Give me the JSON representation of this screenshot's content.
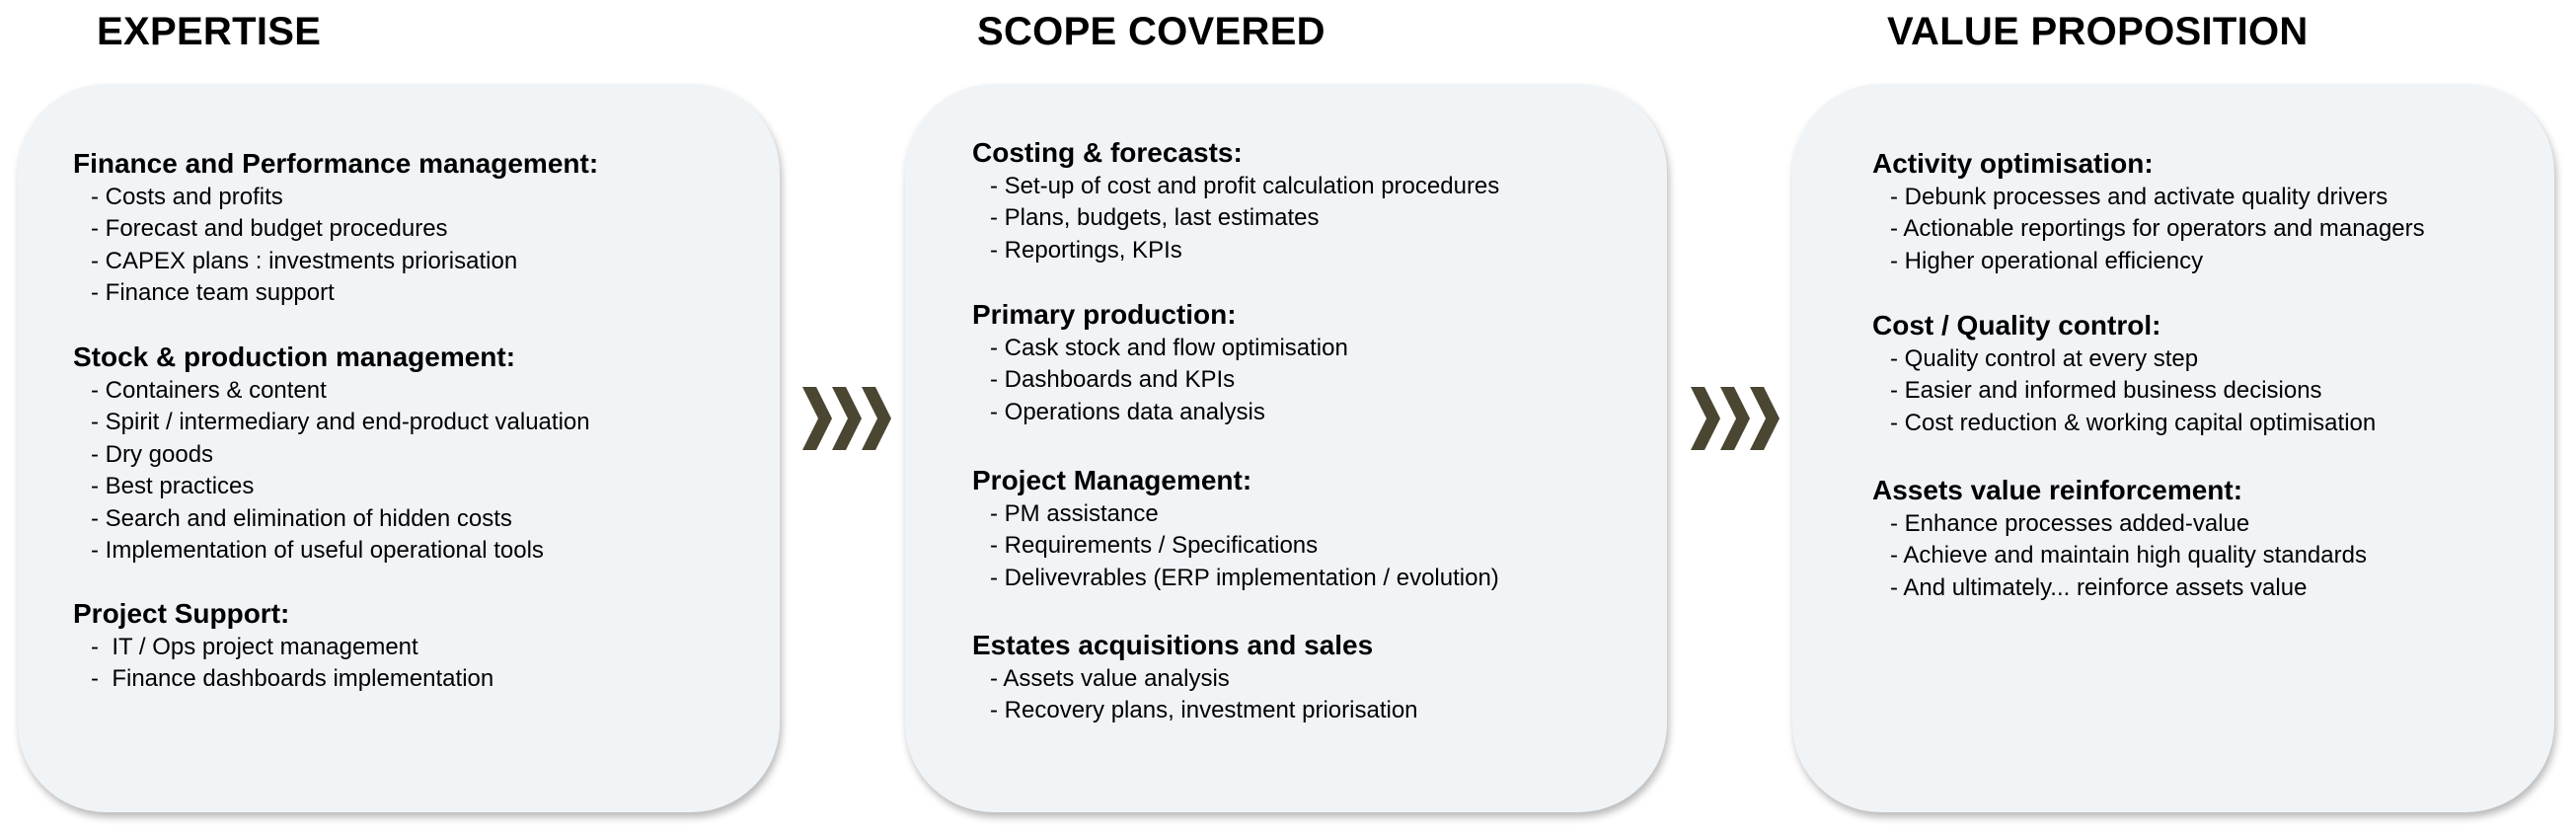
{
  "columns": [
    {
      "title": "EXPERTISE",
      "sections": [
        {
          "heading": "Finance and Performance management:",
          "items": [
            "- Costs and profits",
            "- Forecast and budget procedures",
            "- CAPEX plans : investments priorisation",
            "- Finance team support"
          ]
        },
        {
          "heading": "Stock & production management:",
          "items": [
            "- Containers & content",
            "- Spirit / intermediary and end-product valuation",
            "- Dry goods",
            "- Best practices",
            "- Search and elimination of hidden costs",
            "- Implementation of useful operational tools"
          ]
        },
        {
          "heading": "Project Support:",
          "items": [
            "-  IT / Ops project management",
            "-  Finance dashboards implementation"
          ]
        }
      ]
    },
    {
      "title": "SCOPE COVERED",
      "sections": [
        {
          "heading": "Costing & forecasts:",
          "items": [
            "- Set-up of cost and profit calculation procedures",
            "- Plans, budgets, last estimates",
            "- Reportings, KPIs"
          ]
        },
        {
          "heading": "Primary production:",
          "items": [
            "- Cask stock and flow optimisation",
            "- Dashboards and KPIs",
            "- Operations data analysis"
          ]
        },
        {
          "heading": "Project Management:",
          "items": [
            "- PM assistance",
            "- Requirements / Specifications",
            "- Delivevrables (ERP implementation / evolution)"
          ]
        },
        {
          "heading": "Estates acquisitions and sales",
          "items": [
            "- Assets value analysis",
            "- Recovery plans, investment priorisation"
          ]
        }
      ]
    },
    {
      "title": "VALUE PROPOSITION",
      "sections": [
        {
          "heading": "Activity optimisation:",
          "items": [
            "- Debunk processes and activate quality drivers",
            "- Actionable reportings for operators and managers",
            "- Higher operational efficiency"
          ]
        },
        {
          "heading": "Cost / Quality control:",
          "items": [
            "- Quality control at every step",
            "- Easier and informed business decisions",
            "- Cost reduction & working capital optimisation"
          ]
        },
        {
          "heading": "Assets value reinforcement:",
          "items": [
            "- Enhance processes added-value",
            "- Achieve and maintain high quality standards",
            "- And ultimately... reinforce assets value"
          ]
        }
      ]
    }
  ],
  "connectors": [
    {
      "icon": "triple-chevron-right-icon",
      "color": "#4a4632"
    },
    {
      "icon": "triple-chevron-right-icon",
      "color": "#4a4632"
    }
  ]
}
